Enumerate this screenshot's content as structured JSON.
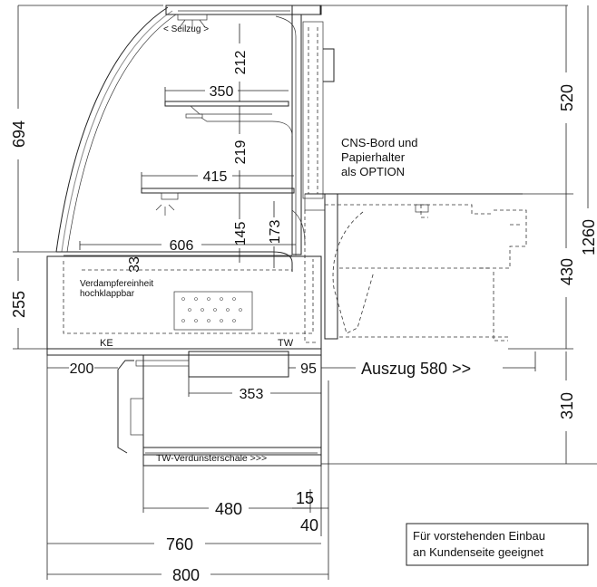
{
  "dimensions": {
    "h694": "694",
    "h255": "255",
    "h520": "520",
    "h430": "430",
    "h1260": "1260",
    "h310": "310",
    "v212": "212",
    "v219": "219",
    "v145": "145",
    "v173": "173",
    "v33": "33",
    "w350": "350",
    "w415": "415",
    "w606": "606",
    "w200": "200",
    "w95": "95",
    "w353": "353",
    "w480": "480",
    "w15": "15",
    "w40": "40",
    "w760": "760",
    "w800": "800"
  },
  "labels": {
    "seilzug": "< Seilzug >",
    "option_line1": "CNS-Bord und",
    "option_line2": "Papierhalter",
    "option_line3": "als OPTION",
    "evap_line1": "Verdampfereinheit",
    "evap_line2": "hochklappbar",
    "ke": "KE",
    "tw": "TW",
    "auszug": "Auszug 580 >>",
    "tw_tray": "TW-Verdunsterschale >>>",
    "note_line1": "Für vorstehenden Einbau",
    "note_line2": "an Kundenseite geeignet"
  }
}
